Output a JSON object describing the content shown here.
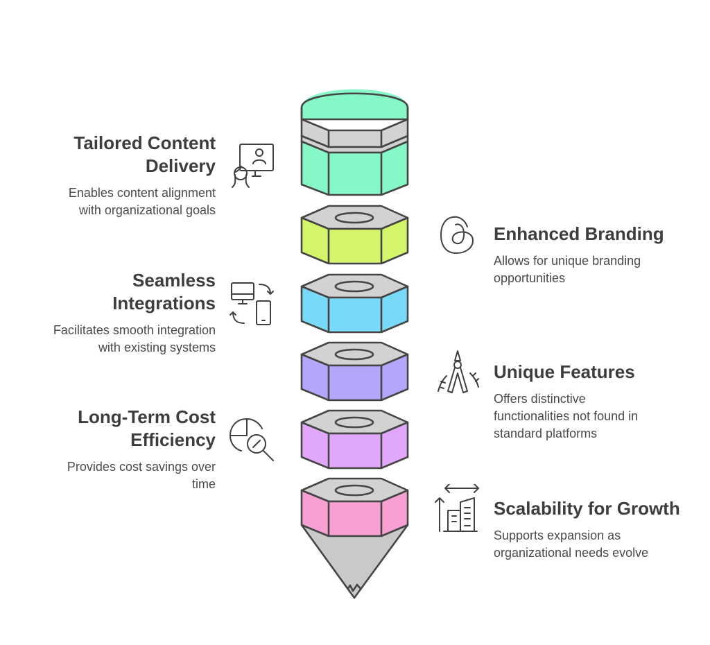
{
  "colors": {
    "cap": "#86f7c6",
    "gray": "#d2d2d2",
    "tip": "#c9c9c9",
    "outline": "#454545",
    "text": "#3d3d3d"
  },
  "segments": [
    {
      "color": "#86f7c6"
    },
    {
      "color": "#d4f56a"
    },
    {
      "color": "#78d9f8"
    },
    {
      "color": "#b3a6fb"
    },
    {
      "color": "#e1a7fb"
    },
    {
      "color": "#f8a0d4"
    }
  ],
  "items": [
    {
      "side": "left",
      "title": "Tailored Content Delivery",
      "title_lines": [
        "Tailored Content",
        "Delivery"
      ],
      "desc_lines": [
        "Enables content alignment",
        "with organizational goals"
      ],
      "icon": "presentation-user-icon"
    },
    {
      "side": "right",
      "title": "Enhanced Branding",
      "title_lines": [
        "Enhanced Branding"
      ],
      "desc_lines": [
        "Allows for unique branding",
        "opportunities"
      ],
      "icon": "threads-logo-icon"
    },
    {
      "side": "left",
      "title": "Seamless Integrations",
      "title_lines": [
        "Seamless",
        "Integrations"
      ],
      "desc_lines": [
        "Facilitates smooth integration",
        "with existing systems"
      ],
      "icon": "device-sync-icon"
    },
    {
      "side": "right",
      "title": "Unique Features",
      "title_lines": [
        "Unique Features"
      ],
      "desc_lines": [
        "Offers distinctive",
        "functionalities not found in",
        "standard platforms"
      ],
      "icon": "multitool-icon"
    },
    {
      "side": "left",
      "title": "Long-Term Cost Efficiency",
      "title_lines": [
        "Long-Term Cost",
        "Efficiency"
      ],
      "desc_lines": [
        "Provides cost savings over",
        "time"
      ],
      "icon": "chart-magnifier-icon"
    },
    {
      "side": "right",
      "title": "Scalability for Growth",
      "title_lines": [
        "Scalability for Growth"
      ],
      "desc_lines": [
        "Supports expansion as",
        "organizational needs evolve"
      ],
      "icon": "building-scale-icon"
    }
  ]
}
